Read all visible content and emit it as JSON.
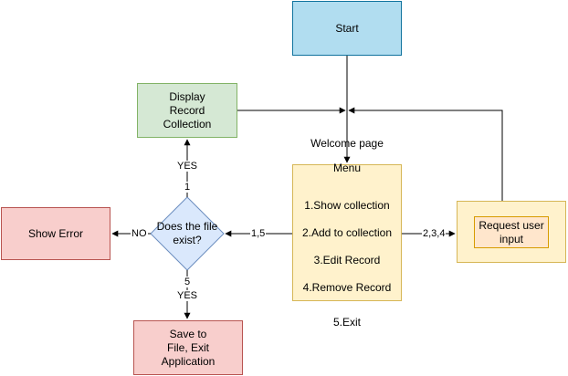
{
  "nodes": {
    "start": "Start",
    "display": "Display\nRecord\nCollection",
    "welcome": {
      "title": "Welcome page",
      "subtitle": "Menu",
      "items": [
        "1.Show collection",
        "2.Add to collection",
        "3.Edit Record",
        "4.Remove Record"
      ],
      "exit": "5.Exit"
    },
    "decision": "Does the file\nexist?",
    "error": "Show Error",
    "save": "Save to\nFile, Exit\nApplication",
    "request": "Request user\ninput"
  },
  "edge_labels": {
    "yes_top": "YES",
    "one": "1",
    "no": "NO",
    "one_five": "1,5",
    "two_three_four": "2,3,4",
    "five": "5",
    "yes_bottom": "YES"
  },
  "colors": {
    "start_fill": "#b1ddf0",
    "display_fill": "#d5e8d4",
    "welcome_fill": "#fff2cc",
    "decision_fill": "#dae8fc",
    "error_fill": "#f8cecc",
    "request_inner_fill": "#ffe6cc"
  }
}
